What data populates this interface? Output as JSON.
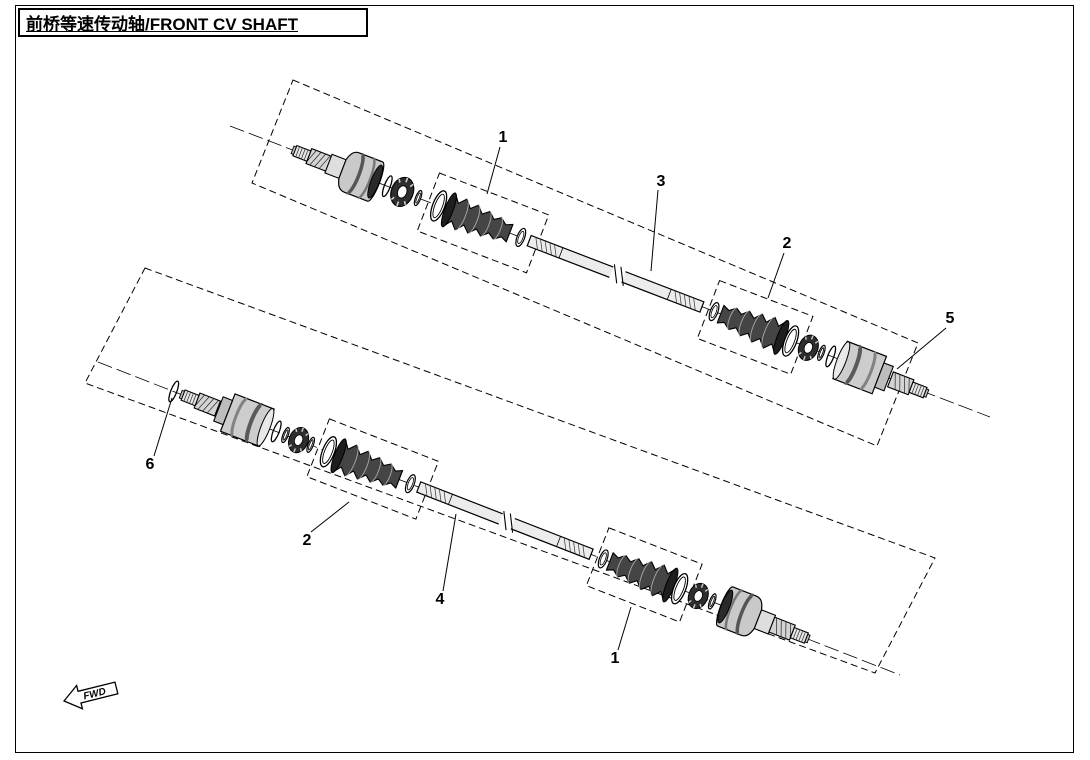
{
  "page": {
    "title": "前桥等速传动轴/FRONT CV SHAFT"
  },
  "diagram": {
    "fwd_label": "FWD",
    "callouts": {
      "c1_top": {
        "label": "1"
      },
      "c3": {
        "label": "3"
      },
      "c2_top": {
        "label": "2"
      },
      "c5": {
        "label": "5"
      },
      "c6": {
        "label": "6"
      },
      "c2_bottom": {
        "label": "2"
      },
      "c4": {
        "label": "4"
      },
      "c1_bottom": {
        "label": "1"
      }
    }
  }
}
